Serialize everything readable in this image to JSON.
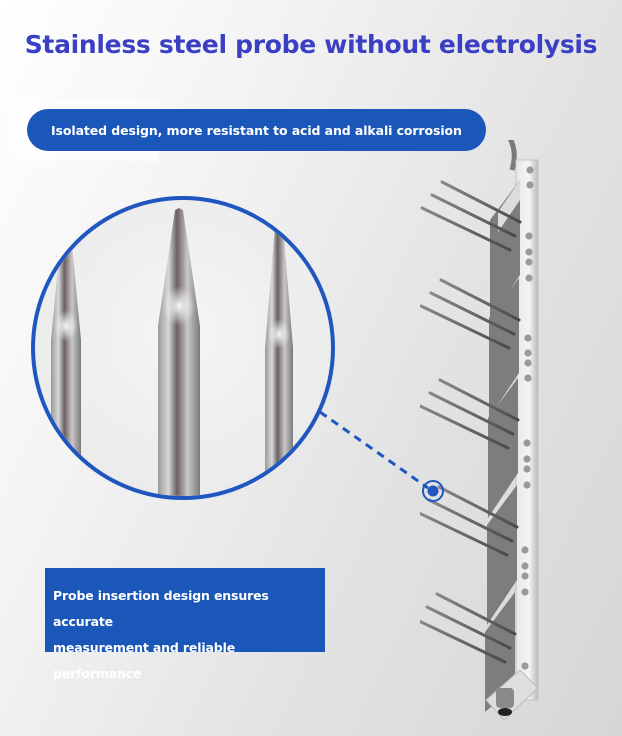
{
  "header": {
    "title": "Stainless steel probe without electrolysis"
  },
  "feature_pill": {
    "text": "Isolated design, more resistant to acid and alkali corrosion"
  },
  "detail_callout": {
    "icon": "magnified-probe-tips",
    "probe_count_shown": 3
  },
  "info_box": {
    "line1": "Probe insertion design ensures accurate",
    "line2": "measurement and reliable performance"
  },
  "product_image": {
    "description": "multi-layer soil sensor rod with stainless steel probes",
    "probe_groups": 5,
    "probes_per_group": 3
  },
  "colors": {
    "title": "#3a3fc4",
    "accent_blue": "#1b57b8",
    "circle_border": "#1f56c0",
    "text_on_blue": "#ffffff"
  }
}
